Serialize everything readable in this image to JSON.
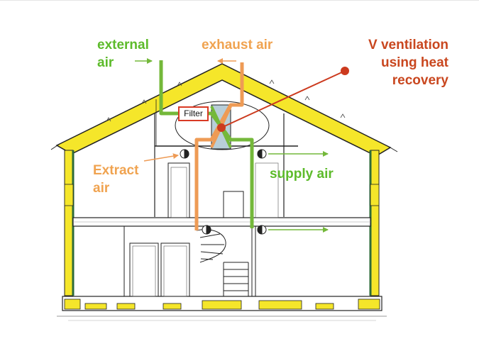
{
  "labels": {
    "external_air": "external\nair",
    "exhaust_air": "exhaust air",
    "v_ventilation": "V ventilation\nusing heat\nrecovery",
    "extract_air": "Extract\nair",
    "supply_air": "supply air",
    "filter": "Filter"
  },
  "colors": {
    "insulation": "#f5e62a",
    "outline": "#222222",
    "fresh_duct": "#74b83a",
    "stale_duct": "#ee9b55",
    "pointer": "#cc3a1e",
    "exchanger": "#b8ced8",
    "label_green": "#5dbb2b",
    "label_orange": "#f0a350",
    "label_red": "#c9471f",
    "wall_green": "#2e6b3a"
  }
}
